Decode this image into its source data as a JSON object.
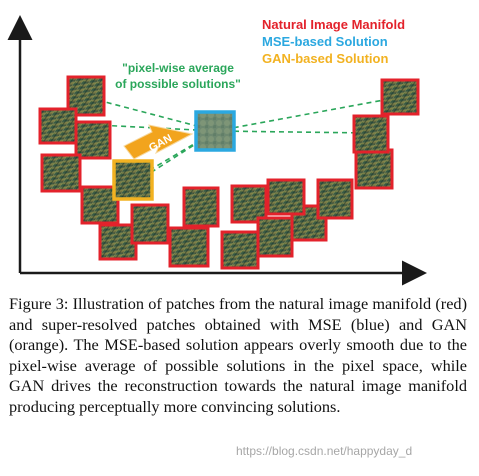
{
  "figure": {
    "legend": [
      {
        "label": "Natural Image Manifold",
        "color": "#e3222b"
      },
      {
        "label": "MSE-based Solution",
        "color": "#2ba8e0"
      },
      {
        "label": "GAN-based Solution",
        "color": "#f2b221"
      }
    ],
    "annotation_line1": "\"pixel-wise average",
    "annotation_line2": "of possible solutions\"",
    "arrow_label": "GAN",
    "colors": {
      "manifold": "#e3222b",
      "mse": "#2ba8e0",
      "gan": "#f2b221",
      "dashed": "#2aa65a",
      "arrow": "#f2a41d",
      "axis": "#1a1a1a",
      "texture_dark": "#213a32",
      "texture_light": "#a8a858"
    },
    "icons": [
      "texture-patch-icon",
      "axis-arrow-icon",
      "gan-arrow-icon"
    ]
  },
  "caption": {
    "text": "Figure 3: Illustration of patches from the natural image manifold (red) and super-resolved patches obtained with MSE (blue) and GAN (orange). The MSE-based solution appears overly smooth due to the pixel-wise average of possible solutions in the pixel space, while GAN drives the reconstruction towards the natural image manifold producing perceptually more convincing solutions."
  },
  "watermark": "https://blog.csdn.net/happyday_d"
}
